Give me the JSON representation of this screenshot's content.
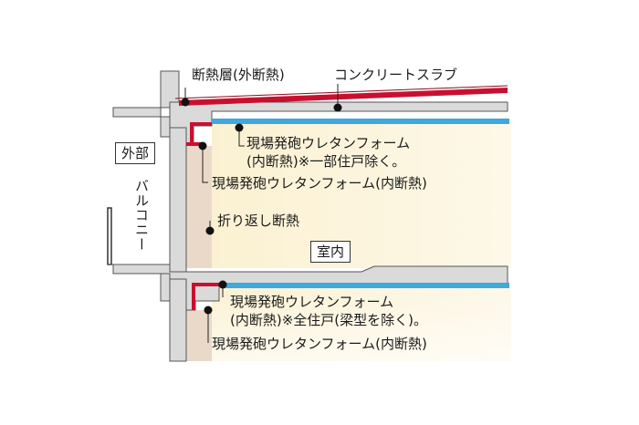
{
  "labels": {
    "exterior_insulation": "断熱層(外断熱)",
    "concrete_slab": "コンクリートスラブ",
    "exterior": "外部",
    "balcony": "バルコニー",
    "foam_upper_line1": "現場発砲ウレタンフォーム",
    "foam_upper_line2": "(内断熱)※一部住戸除く。",
    "foam_upper_wall": "現場発砲ウレタンフォーム(内断熱)",
    "fold_back": "折り返し断熱",
    "indoor": "室内",
    "foam_lower_line1": "現場発砲ウレタンフォーム",
    "foam_lower_line2": "(内断熱)※全住戸(梁型を除く)。",
    "foam_lower_wall": "現場発砲ウレタンフォーム(内断熱)"
  },
  "colors": {
    "concrete": "#dadada",
    "concrete_edge": "#555555",
    "exterior_insulation": "#c8102e",
    "interior_foam": "#3fa9dc",
    "room_fill": "#fbf3d6",
    "fold_back_fill": "#e9d8c8"
  }
}
